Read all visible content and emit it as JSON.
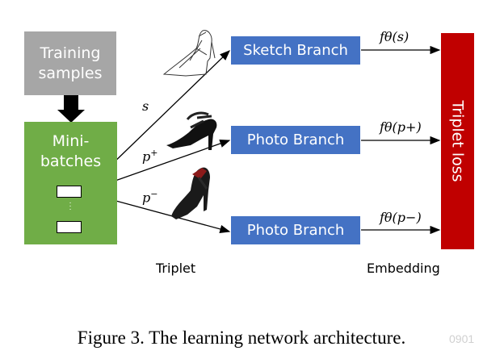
{
  "blocks": {
    "training": "Training\nsamples",
    "minibatch": "Mini-\nbatches",
    "sketch_branch": "Sketch Branch",
    "photo_branch": "Photo Branch",
    "triplet_loss": "Triplet loss"
  },
  "symbols": {
    "s": "s",
    "p_plus": "p",
    "p_plus_sup": "+",
    "p_minus": "p",
    "p_minus_sup": "−",
    "f_s": "fθ(s)",
    "f_p_plus": "fθ(p+)",
    "f_p_minus": "fθ(p−)"
  },
  "labels": {
    "triplet": "Triplet",
    "embedding": "Embedding"
  },
  "caption": "Figure 3. The learning network architecture.",
  "watermark": "0901",
  "colors": {
    "training": "#a6a6a6",
    "minibatch": "#70ad47",
    "branch": "#4472c4",
    "loss": "#c00000"
  },
  "images": [
    "sketch-shoe",
    "black-strappy-sandal",
    "black-red-heel"
  ]
}
